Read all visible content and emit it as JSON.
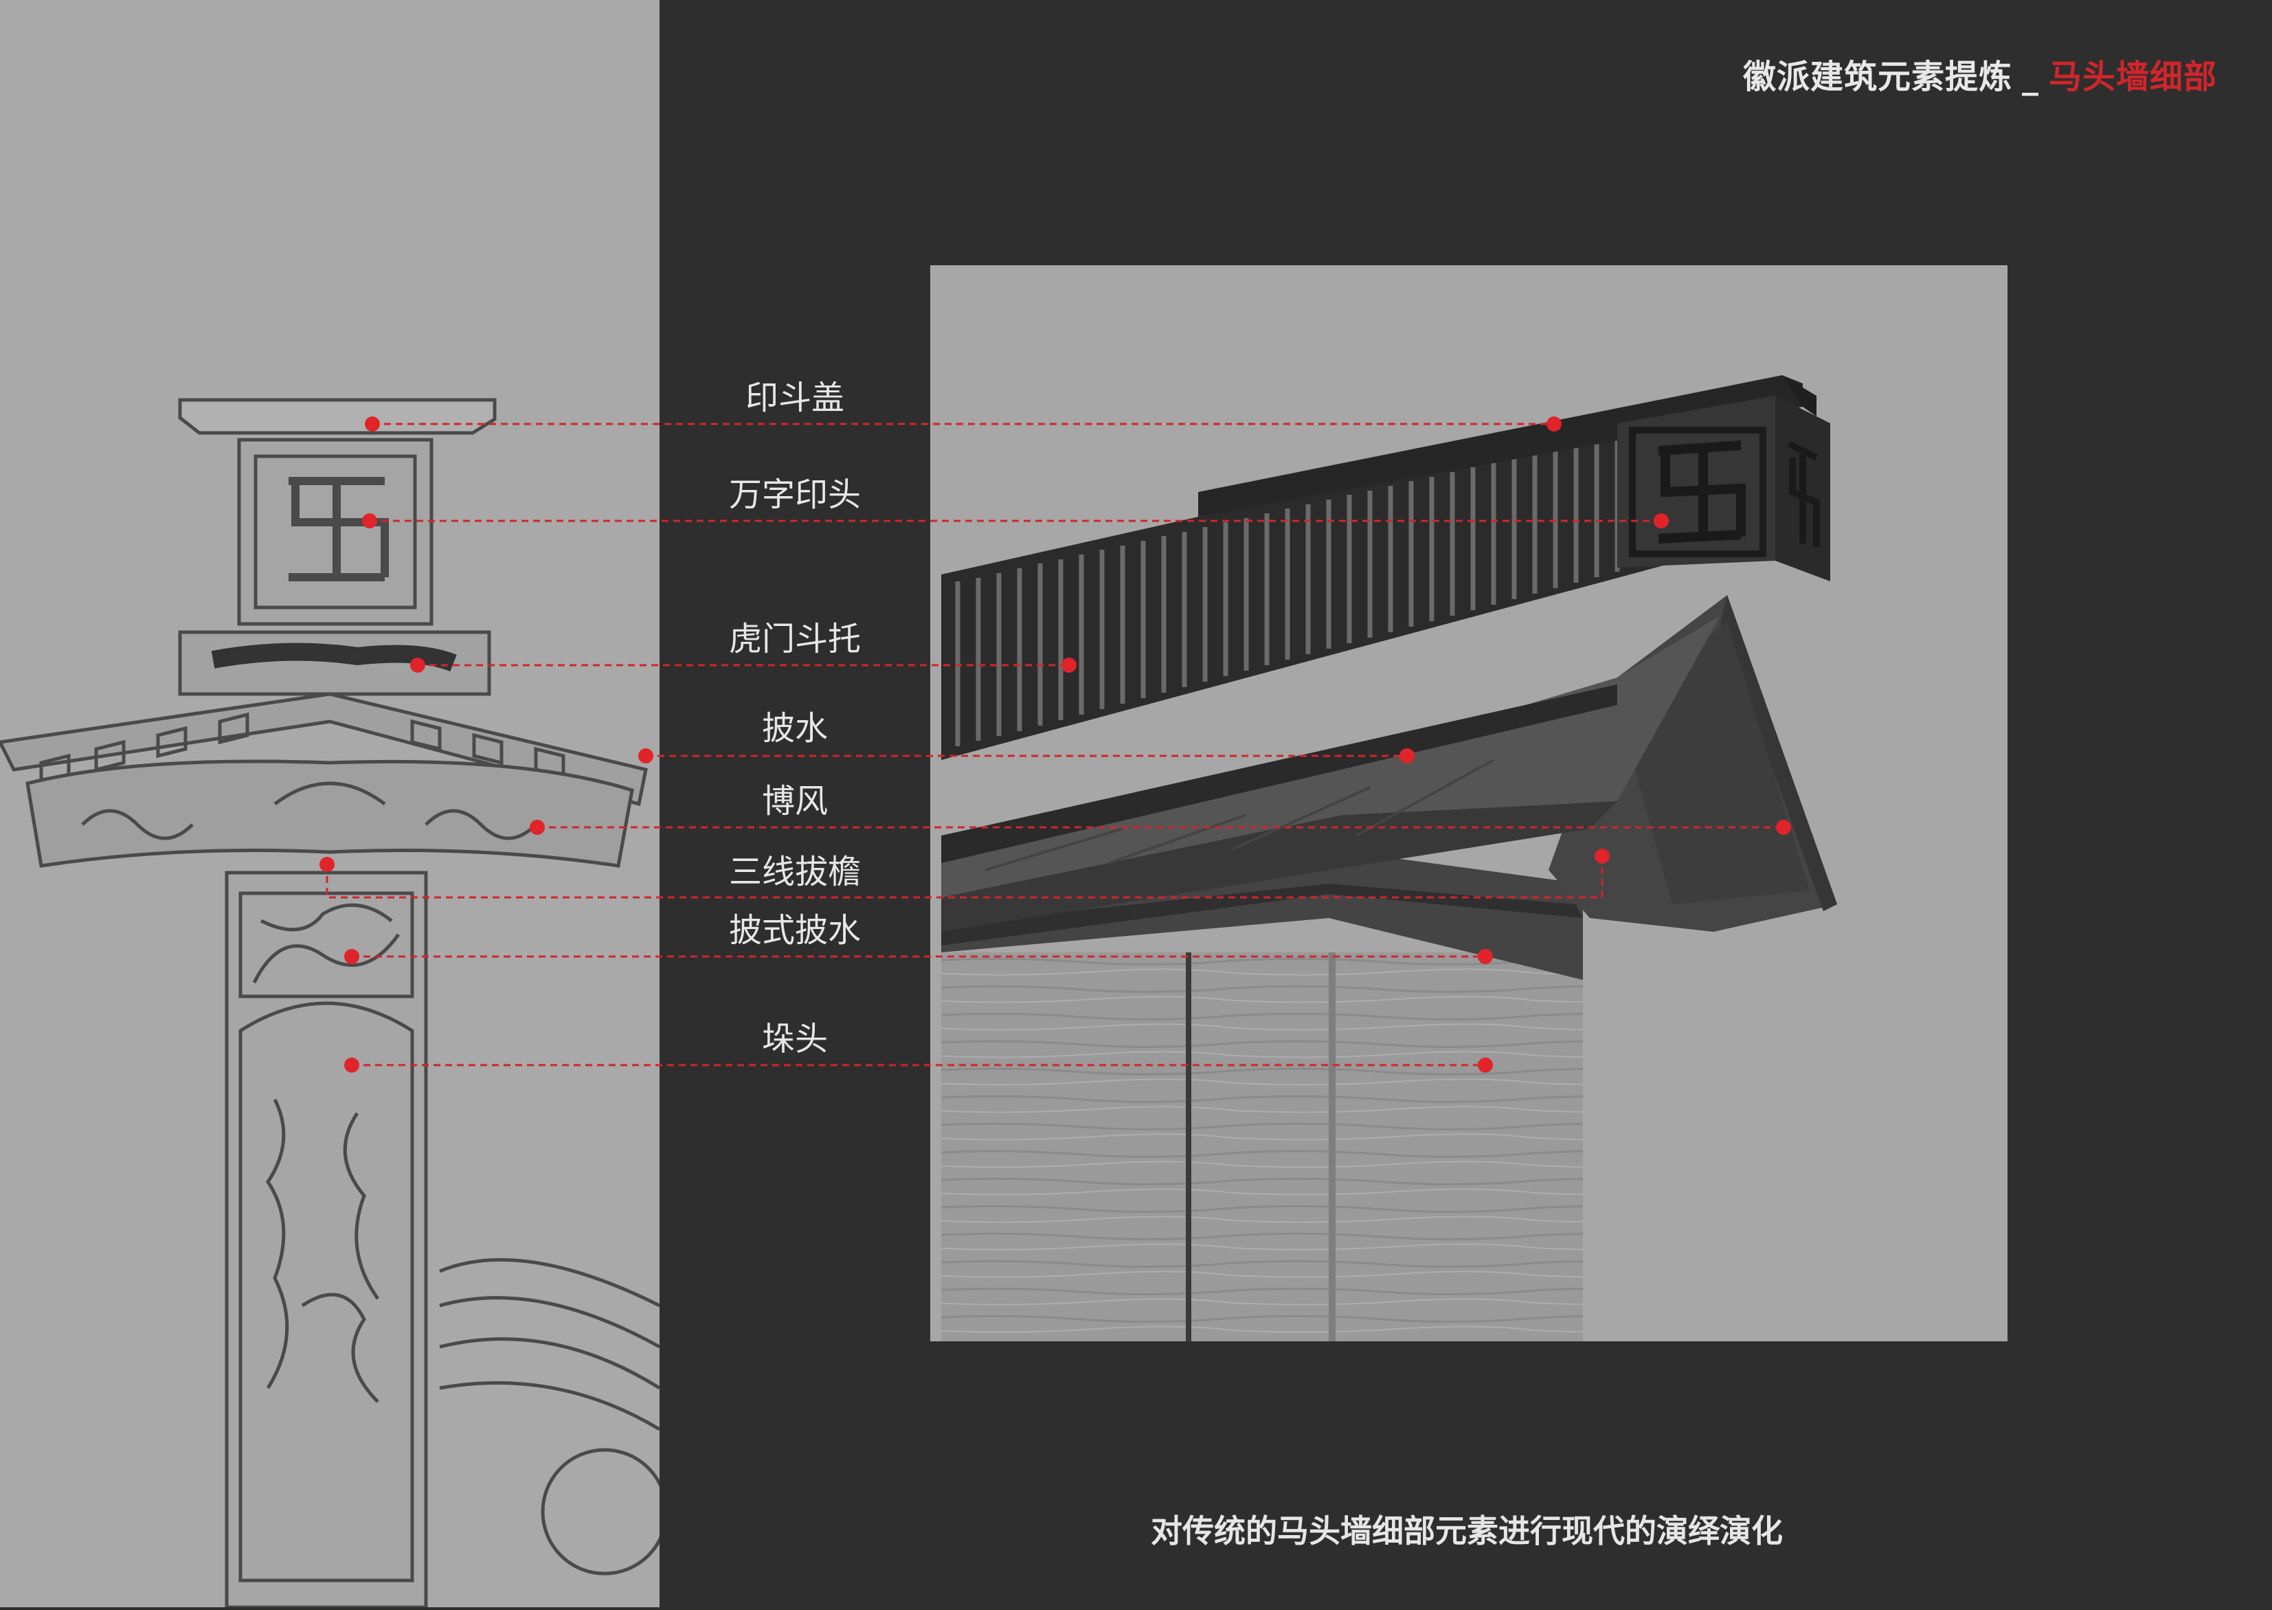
{
  "header": {
    "title_main": "徽派建筑元素提炼",
    "separator": "_",
    "title_sub": "马头墙细部",
    "accent_color": "#d0262b"
  },
  "labels": [
    {
      "id": "yindougai",
      "text": "印斗盖"
    },
    {
      "id": "wanziyintou",
      "text": "万字印头"
    },
    {
      "id": "humendoutuo",
      "text": "虎门斗托"
    },
    {
      "id": "peishui",
      "text": "披水"
    },
    {
      "id": "bofeng",
      "text": "博风"
    },
    {
      "id": "sanxianbayan",
      "text": "三线拔檐"
    },
    {
      "id": "peishipeishui",
      "text": "披式披水"
    },
    {
      "id": "duotou",
      "text": "垛头"
    }
  ],
  "footer": {
    "caption": "对传统的马头墙细部元素进行现代的演绎演化"
  },
  "icons": [
    "wanzi-seal-icon"
  ]
}
